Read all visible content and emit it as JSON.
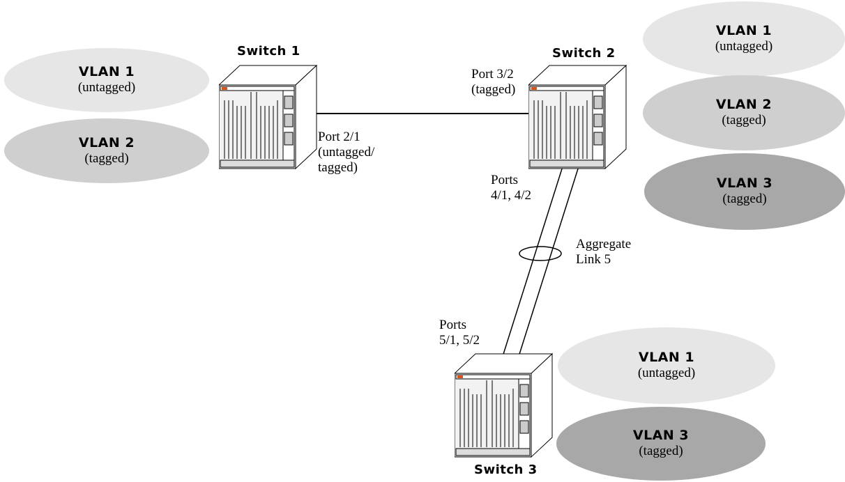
{
  "switches": [
    {
      "title": "Switch 1"
    },
    {
      "title": "Switch 2"
    },
    {
      "title": "Switch 3"
    }
  ],
  "ports": {
    "s1_port": [
      "Port 2/1",
      "(untagged/",
      "tagged)"
    ],
    "s2_port": [
      "Port 3/2",
      "(tagged)"
    ],
    "s2_ports": [
      "Ports",
      "4/1, 4/2"
    ],
    "s3_ports": [
      "Ports",
      "5/1, 5/2"
    ]
  },
  "aggregate": [
    "Aggregate",
    "Link 5"
  ],
  "vlans": {
    "switch1": [
      {
        "name": "VLAN 1",
        "mode": "(untagged)"
      },
      {
        "name": "VLAN 2",
        "mode": "(tagged)"
      }
    ],
    "switch2": [
      {
        "name": "VLAN 1",
        "mode": "(untagged)"
      },
      {
        "name": "VLAN 2",
        "mode": "(tagged)"
      },
      {
        "name": "VLAN 3",
        "mode": "(tagged)"
      }
    ],
    "switch3": [
      {
        "name": "VLAN 1",
        "mode": "(untagged)"
      },
      {
        "name": "VLAN 3",
        "mode": "(tagged)"
      }
    ]
  },
  "colors": {
    "vlan1": "#e6e6e6",
    "vlan2": "#cfcfcf",
    "vlan3": "#a8a8a8",
    "switch_panel": "#f2f2f2",
    "switch_accent": "#d9531e"
  }
}
